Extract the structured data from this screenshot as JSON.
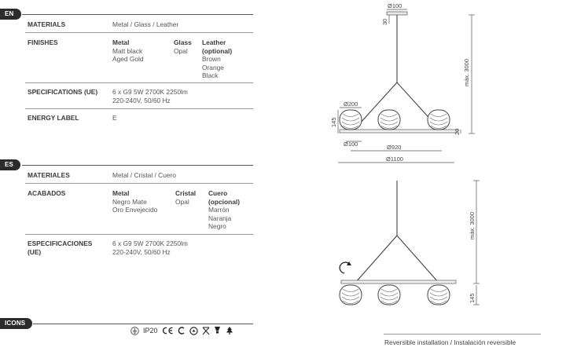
{
  "en": {
    "tag": "EN",
    "materials": {
      "label": "MATERIALS",
      "value": "Metal / Glass / Leather"
    },
    "finishes": {
      "label": "FINISHES",
      "col1": {
        "head": "Metal",
        "items": [
          "Matt black",
          "Aged Gold"
        ]
      },
      "col2": {
        "head": "Glass",
        "items": [
          "Opal"
        ]
      },
      "col3": {
        "head": [
          "Leather",
          "(optional)"
        ],
        "items": [
          "Brown",
          "Orange",
          "Black"
        ]
      }
    },
    "specs": {
      "label": "SPECIFICATIONS (UE)",
      "lines": [
        "6 x G9 5W 2700K 2250lm",
        "220-240V, 50/60 Hz"
      ]
    },
    "energy": {
      "label": "ENERGY LABEL",
      "value": "E"
    }
  },
  "es": {
    "tag": "ES",
    "materials": {
      "label": "MATERIALES",
      "value": "Metal / Cristal / Cuero"
    },
    "finishes": {
      "label": "ACABADOS",
      "col1": {
        "head": "Metal",
        "items": [
          "Negro Mate",
          "Oro Envejecido"
        ]
      },
      "col2": {
        "head": "Cristal",
        "items": [
          "Opal"
        ]
      },
      "col3": {
        "head": [
          "Cuero",
          "(opcional)"
        ],
        "items": [
          "Marrón",
          "Naranja",
          "Negro"
        ]
      }
    },
    "specs": {
      "label": [
        "ESPECIFICACIONES",
        "(UE)"
      ],
      "lines": [
        "6 x G9 5W 2700K 2250lm",
        "220-240V, 50/60 Hz"
      ]
    }
  },
  "icons": {
    "tag": "ICONS",
    "ip": "IP20",
    "names": [
      "ground-symbol-icon",
      "ce-mark-icon",
      "class-mark-icon",
      "recycle-icon",
      "no-dimmer-icon",
      "bulb-icon",
      "ukca-icon"
    ]
  },
  "drawing": {
    "dims": {
      "canopy": "Ø100",
      "rod": "30",
      "height_top": "máx. 3000",
      "shade": "Ø200",
      "shade_h": "145",
      "bar_h": "20",
      "bar_end": "Ø100",
      "span_inner": "Ø920",
      "span_outer": "Ø1100",
      "height_bottom": "máx. 3000",
      "shade_h2": "145"
    },
    "caption": "Reversible installation / Instalación reversible"
  }
}
